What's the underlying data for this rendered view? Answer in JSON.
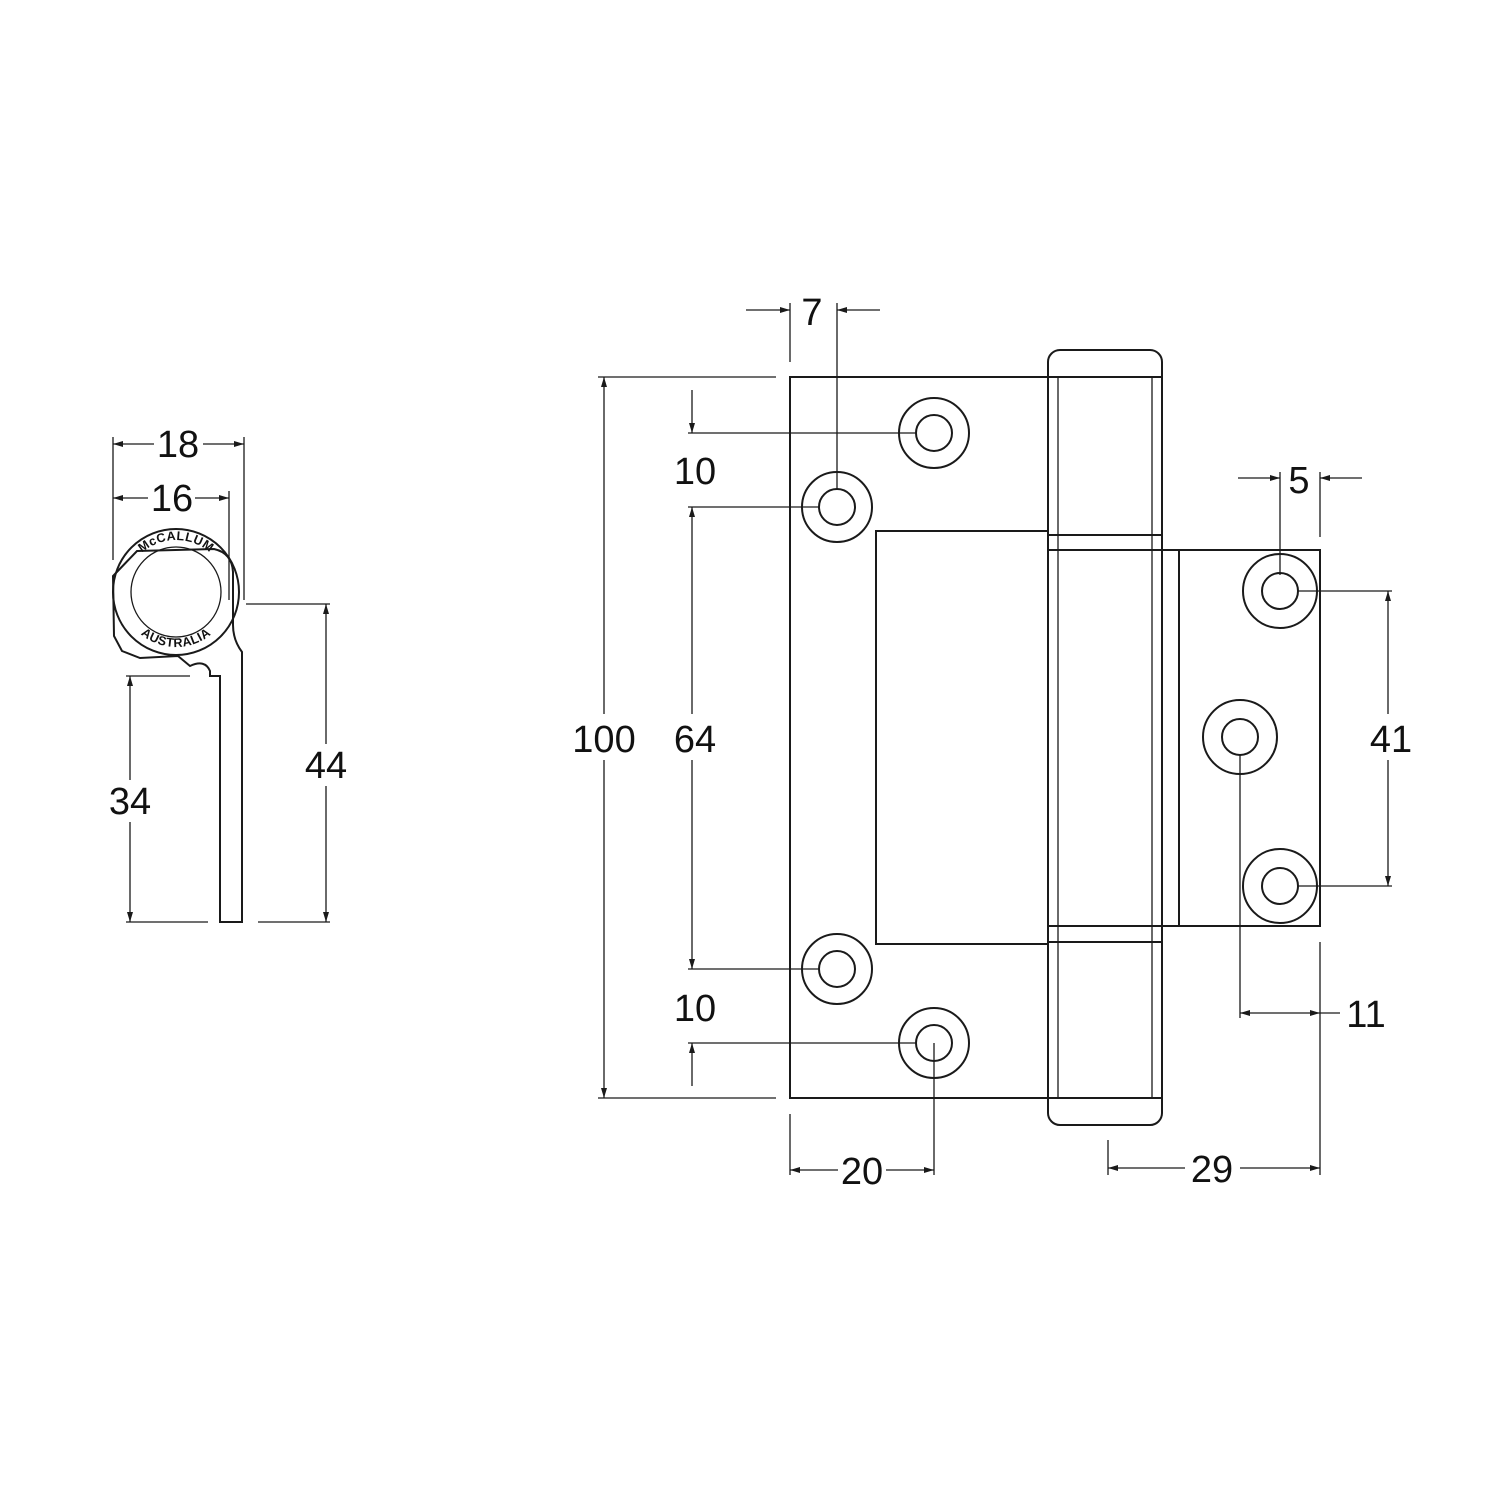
{
  "colors": {
    "line": "#1a1a1a",
    "background": "#ffffff"
  },
  "logo": {
    "top_text": "McCALLUM",
    "bottom_text": "AUSTRALIA"
  },
  "dimensions": {
    "side_width_outer": "18",
    "side_width_inner": "16",
    "side_height_leaf": "34",
    "side_height_overall": "44",
    "overall_height": "100",
    "hole_spacing_left": "64",
    "hole_offset_top": "10",
    "hole_offset_bottom": "10",
    "hole_inset_left": "7",
    "hole_centre_left": "20",
    "hole_offset_right": "5",
    "hole_spacing_right": "41",
    "hole_centre_right": "11",
    "right_leaf_width": "29"
  }
}
